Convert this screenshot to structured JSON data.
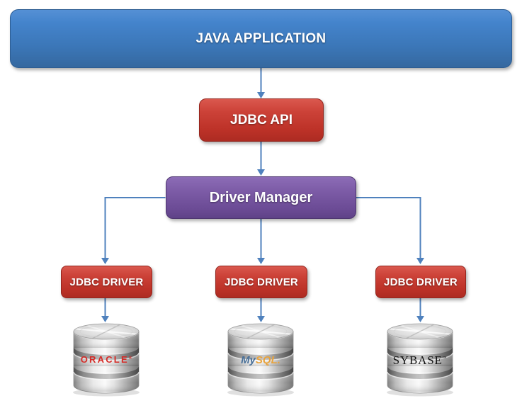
{
  "diagram": {
    "arrow_color": "#4f81bd",
    "nodes": {
      "java_application": {
        "label": "JAVA APPLICATION",
        "fill": "#3d7dc0"
      },
      "jdbc_api": {
        "label": "JDBC API",
        "fill": "#c43a30"
      },
      "driver_manager": {
        "label": "Driver Manager",
        "fill": "#75539e"
      },
      "drivers": [
        {
          "label": "JDBC DRIVER",
          "fill": "#c43a30"
        },
        {
          "label": "JDBC DRIVER",
          "fill": "#c43a30"
        },
        {
          "label": "JDBC DRIVER",
          "fill": "#c43a30"
        }
      ],
      "databases": [
        {
          "name": "oracle",
          "label": "ORACLE",
          "mark": "®",
          "label_color": "#d62b27"
        },
        {
          "name": "mysql",
          "label_my": "My",
          "label_sql": "SQL.",
          "my_color": "#4a7199",
          "sql_color": "#e8a33d"
        },
        {
          "name": "sybase",
          "label": "SYBASE",
          "mark": "™",
          "label_color": "#141414"
        }
      ]
    }
  }
}
